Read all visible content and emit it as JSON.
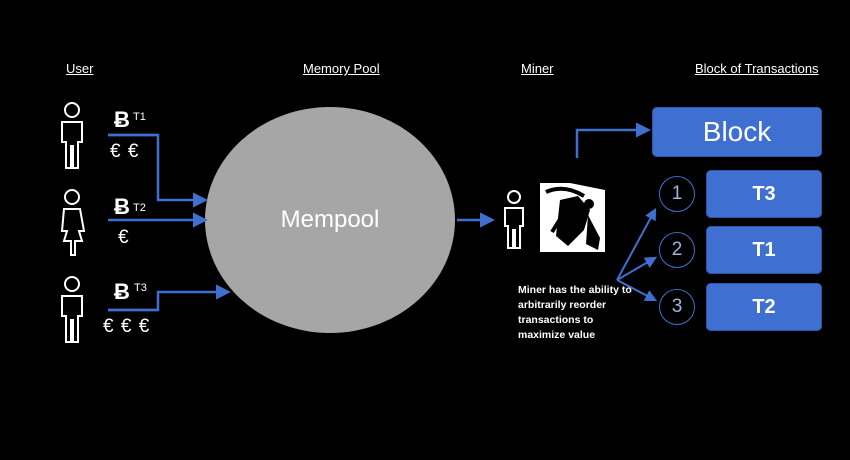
{
  "headers": {
    "user": "User",
    "memory_pool": "Memory Pool",
    "miner": "Miner",
    "block_of_transactions": "Block of Transactions"
  },
  "users": [
    {
      "btc": "Ƀ",
      "tx": "T1",
      "euros": "€ €"
    },
    {
      "btc": "Ƀ",
      "tx": "T2",
      "euros": "€"
    },
    {
      "btc": "Ƀ",
      "tx": "T3",
      "euros": "€ € €"
    }
  ],
  "mempool": {
    "label": "Mempool"
  },
  "miner_note": "Miner has the ability to arbitrarily reorder transactions to maximize value",
  "block": {
    "label": "Block",
    "slots": [
      {
        "number": "1",
        "tx": "T3"
      },
      {
        "number": "2",
        "tx": "T1"
      },
      {
        "number": "3",
        "tx": "T2"
      }
    ]
  },
  "colors": {
    "background": "#000000",
    "arrow": "#3f6fd0",
    "box": "#3f6fd0",
    "mempool_fill": "#a6a6a6",
    "text": "#ffffff"
  },
  "icons": [
    "person-icon",
    "person-dress-icon",
    "miner-pickaxe-icon"
  ]
}
